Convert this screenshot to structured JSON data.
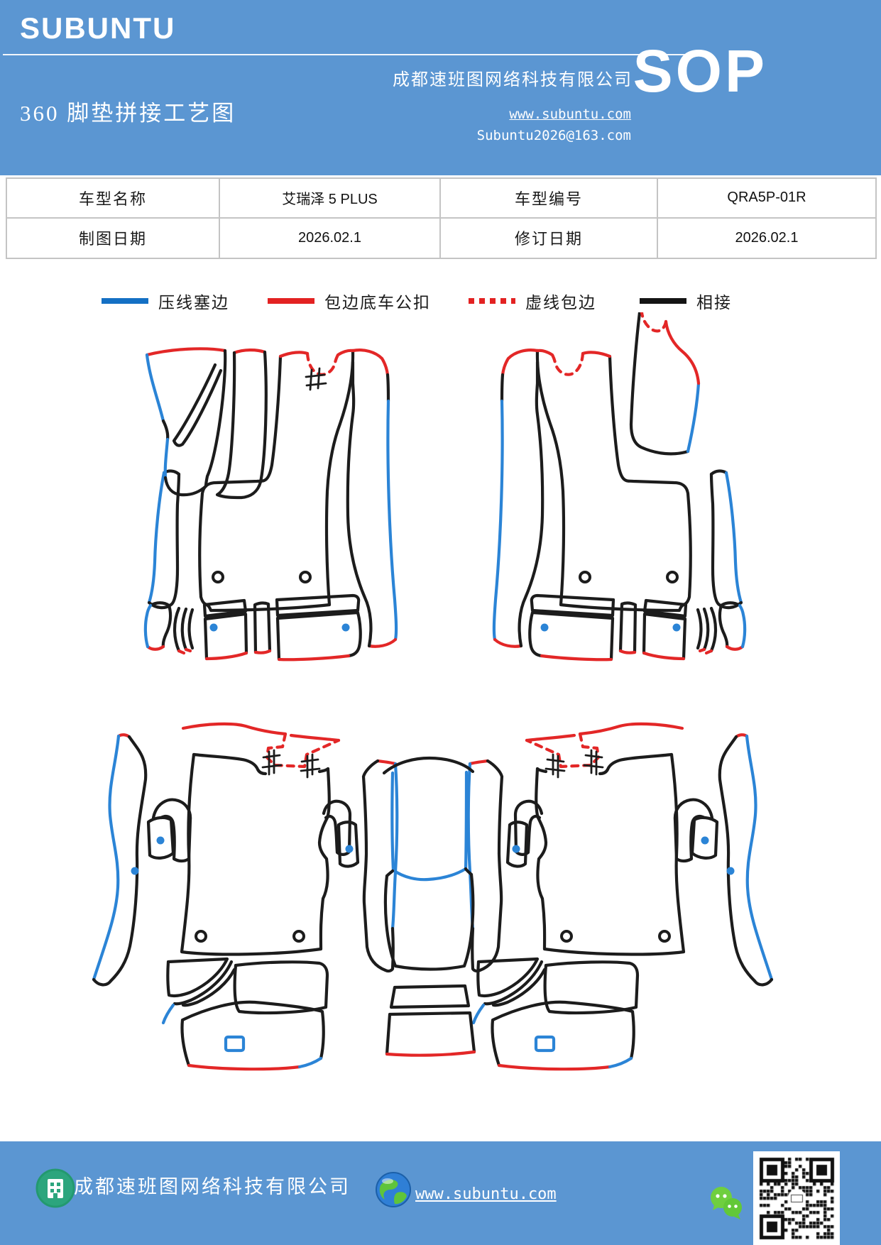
{
  "header": {
    "brand": "SUBUNTU",
    "title": "360 脚垫拼接工艺图",
    "company": "成都速班图网络科技有限公司",
    "website": "www.subuntu.com",
    "email": "Subuntu2026@163.com",
    "badge": "SOP"
  },
  "table": {
    "cells": [
      "车型名称",
      "艾瑞泽 5 PLUS",
      "车型编号",
      "QRA5P-01R",
      "制图日期",
      "2026.02.1",
      "修订日期",
      "2026.02.1"
    ]
  },
  "legend": {
    "items": [
      {
        "label": "压线塞边",
        "color": "#1470c4",
        "style": "solid"
      },
      {
        "label": "包边底车公扣",
        "color": "#e32222",
        "style": "solid"
      },
      {
        "label": "虚线包边",
        "color": "#e32222",
        "style": "dashed"
      },
      {
        "label": "相接",
        "color": "#141414",
        "style": "solid"
      }
    ]
  },
  "diagram": {
    "panels": [
      {
        "name": "front-left-mat"
      },
      {
        "name": "front-right-mat"
      },
      {
        "name": "rear-left-mat"
      },
      {
        "name": "rear-right-mat"
      }
    ],
    "line_colors": {
      "press_edge": "#2b84d6",
      "bind_buckle": "#e32727",
      "dash_bind": "#e32727",
      "join": "#1c1c1c"
    }
  },
  "footer": {
    "company": "成都速班图网络科技有限公司",
    "website": "www.subuntu.com"
  },
  "colors": {
    "banner_blue": "#5b96d2",
    "table_border": "#c4c4c4",
    "wechat_green": "#62c838",
    "building_green": "#2ca57d"
  }
}
